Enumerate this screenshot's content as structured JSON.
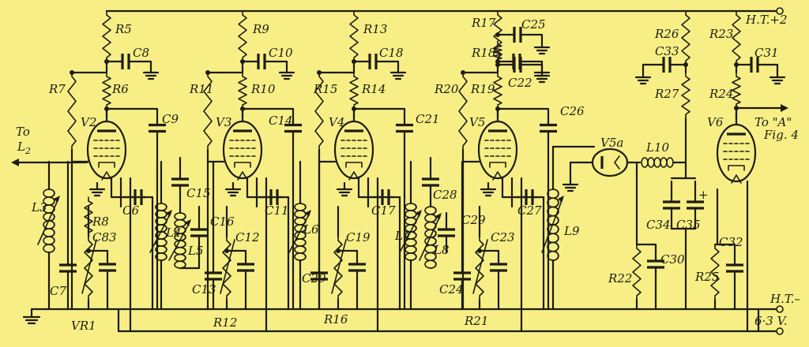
{
  "colors": {
    "background": "#f7ef86",
    "ink": "#1d1c14"
  },
  "labels": {
    "to_l2_a": "To",
    "to_l2_b": "L",
    "to_l2_sub": "2",
    "ht2": "H.T.+2",
    "htminus": "H.T.–",
    "v63": "6·3 V.",
    "toA_a": "To \"A\"",
    "toA_b": "Fig. 4",
    "R5": "R5",
    "R6": "R6",
    "R7": "R7",
    "R8": "R8",
    "R9": "R9",
    "R10": "R10",
    "R11": "R11",
    "R12": "R12",
    "R13": "R13",
    "R14": "R14",
    "R15": "R15",
    "R16": "R16",
    "R17": "R17",
    "R18": "R18",
    "R19": "R19",
    "R20": "R20",
    "R21": "R21",
    "R22": "R22",
    "R23": "R23",
    "R24": "R24",
    "R25": "R25",
    "R26": "R26",
    "R27": "R27",
    "C6": "C6",
    "C7": "C7",
    "C8": "C8",
    "C9": "C9",
    "C10": "C10",
    "C11": "C11",
    "C12": "C12",
    "C13": "C13",
    "C14": "C14",
    "C15": "C15",
    "C16": "C16",
    "C17": "C17",
    "C18": "C18",
    "C19": "C19",
    "C20": "C20",
    "C21": "C21",
    "C22": "C22",
    "C23": "C23",
    "C24": "C24",
    "C25": "C25",
    "C26": "C26",
    "C27": "C27",
    "C28": "C28",
    "C29": "C29",
    "C30": "C30",
    "C31": "C31",
    "C32": "C32",
    "C33": "C33",
    "C34": "C34",
    "C35": "C35",
    "C83": "C83",
    "V2": "V2",
    "V3": "V3",
    "V4": "V4",
    "V5": "V5",
    "V5a": "V5a",
    "V6": "V6",
    "L3": "L3",
    "L4": "L4",
    "L5": "L5",
    "L6": "L6",
    "L7": "L7",
    "L8": "L8",
    "L9": "L9",
    "L10": "L10",
    "VR1": "VR1",
    "plus": "+"
  }
}
